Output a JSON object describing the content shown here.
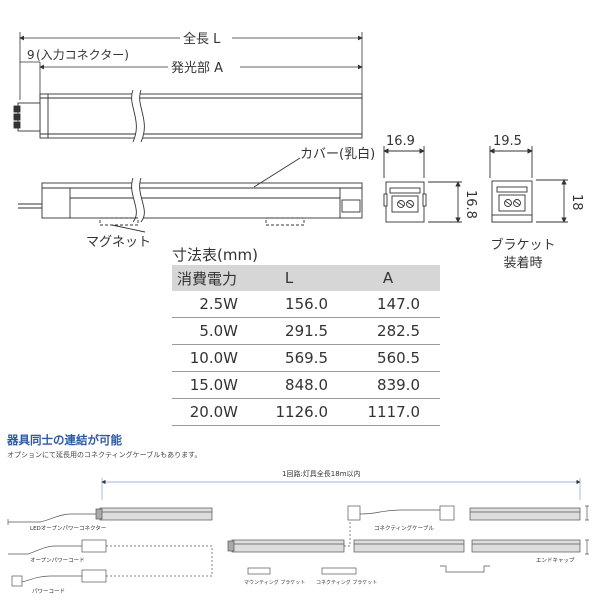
{
  "top_drawing": {
    "total_length_label": "全長 L",
    "connector_offset": "9",
    "connector_label": "(入力コネクター)",
    "emitting_label": "発光部 A",
    "cover_label": "カバー(乳白)",
    "magnet_label": "マグネット"
  },
  "cross_sections": {
    "plain": {
      "width": "16.9",
      "height": "16.8"
    },
    "with_bracket": {
      "width": "19.5",
      "height": "18"
    },
    "bracket_label_line1": "ブラケット",
    "bracket_label_line2": "装着時"
  },
  "table": {
    "title": "寸法表(mm)",
    "headers": [
      "消費電力",
      "L",
      "A"
    ],
    "rows": [
      [
        "2.5W",
        "156.0",
        "147.0"
      ],
      [
        "5.0W",
        "291.5",
        "282.5"
      ],
      [
        "10.0W",
        "569.5",
        "560.5"
      ],
      [
        "15.0W",
        "848.0",
        "839.0"
      ],
      [
        "20.0W",
        "1126.0",
        "1117.0"
      ]
    ]
  },
  "connection": {
    "heading": "器具同士の連結が可能",
    "note": "オプションにて延長用のコネクティングケーブルもあります。",
    "span_label": "1回路:灯具全長18m以内",
    "labels": {
      "led_power_connector": "LEDオープンパワーコネクター",
      "open_power_cord": "オープンパワーコード",
      "power_cord": "パワーコード",
      "connecting_cable": "コネクティングケーブル",
      "end_cap": "エンドキャップ",
      "mounting_bracket": "マウンティング ブラケット",
      "connecting_bracket": "コネクティング ブラケット"
    }
  },
  "colors": {
    "line": "#333333",
    "accent": "#2d5aa6",
    "table_header": "#d6d6d6",
    "fixture_bar": "#cccccc"
  }
}
